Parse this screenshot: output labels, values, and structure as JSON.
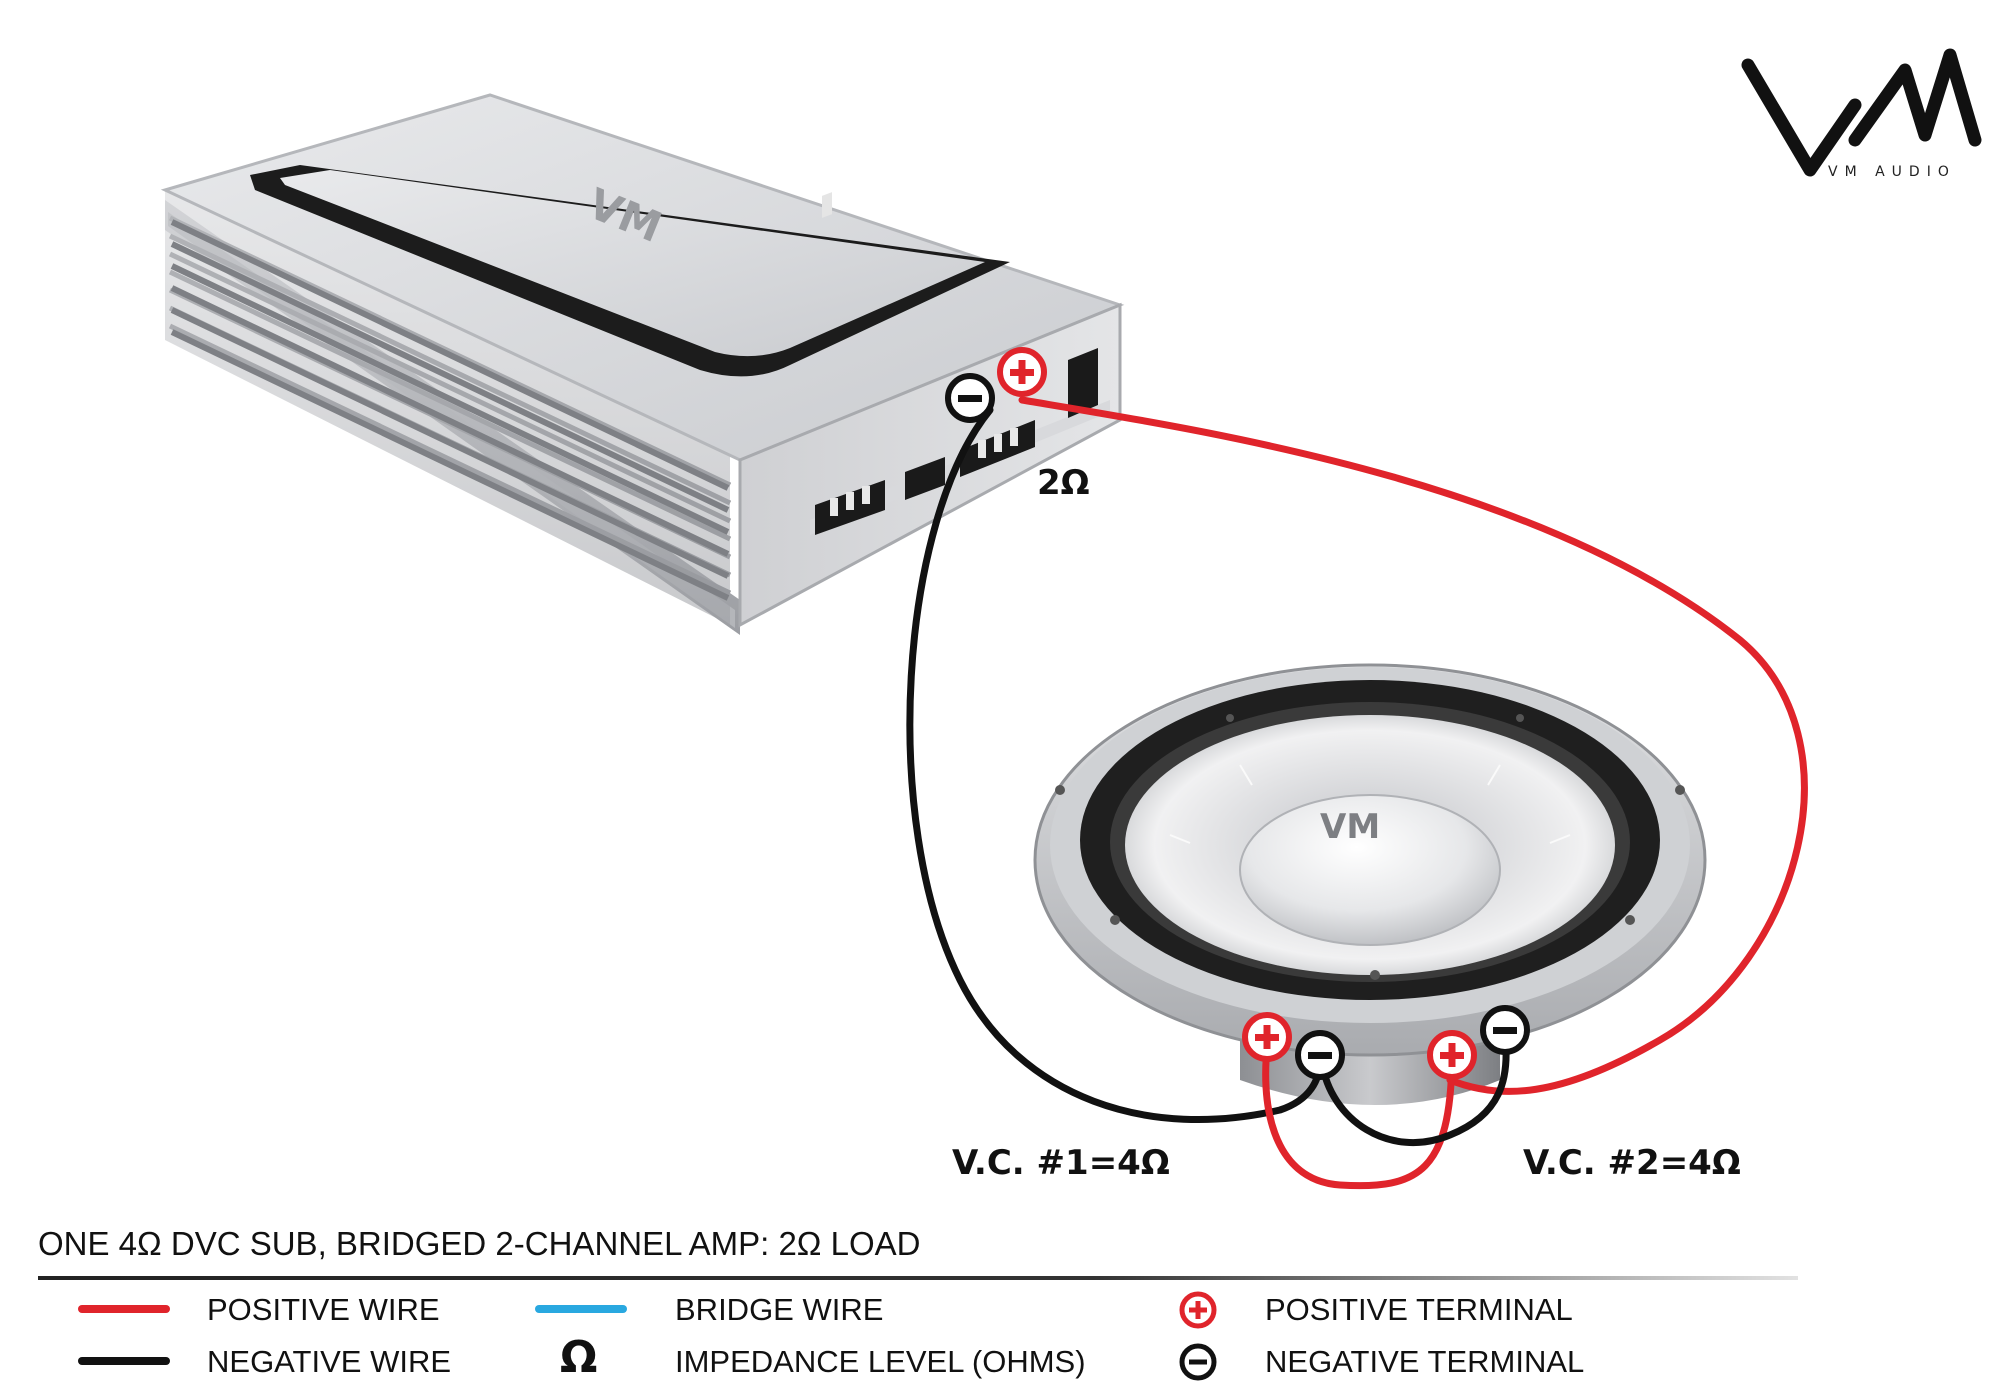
{
  "brand": {
    "logo_text": "VM",
    "tagline": "VM AUDIO"
  },
  "diagram": {
    "amp_impedance_label": "2Ω",
    "vc1_label": "V.C. #1=4Ω",
    "vc2_label": "V.C. #2=4Ω",
    "amp_logo_text": "VM",
    "sub_logo_text": "VM"
  },
  "caption": {
    "title": "ONE 4Ω DVC SUB, BRIDGED 2-CHANNEL AMP: 2Ω LOAD"
  },
  "legend": {
    "positive_wire": "POSITIVE WIRE",
    "negative_wire": "NEGATIVE WIRE",
    "bridge_wire": "BRIDGE WIRE",
    "impedance_symbol": "Ω",
    "impedance": "IMPEDANCE LEVEL (OHMS)",
    "positive_terminal": "POSITIVE TERMINAL",
    "negative_terminal": "NEGATIVE TERMINAL"
  },
  "colors": {
    "positive": "#e0242b",
    "negative": "#111111",
    "bridge": "#29a8e0"
  }
}
